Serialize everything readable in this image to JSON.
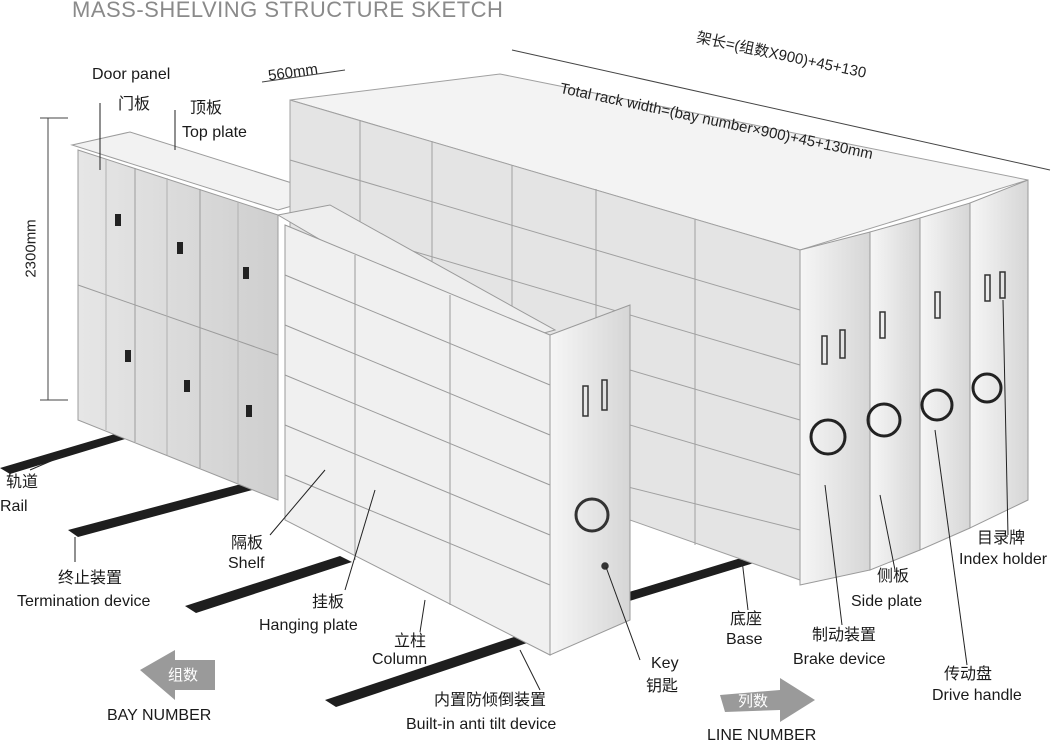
{
  "title": "MASS-SHELVING STRUCTURE SKETCH",
  "dimensions": {
    "depth": "560mm",
    "height": "2300mm",
    "width_formula_cn": "架长=(组数X900)+45+130",
    "width_formula_en_1": "Total rack width=(bay number×900)+45+130mm"
  },
  "labels": {
    "door_panel_en": "Door panel",
    "door_panel_cn": "门板",
    "top_plate_cn": "顶板",
    "top_plate_en": "Top plate",
    "rail_cn": "轨道",
    "rail_en": "Rail",
    "termination_cn": "终止装置",
    "termination_en": "Termination device",
    "shelf_cn": "隔板",
    "shelf_en": "Shelf",
    "hanging_cn": "挂板",
    "hanging_en": "Hanging plate",
    "column_cn": "立柱",
    "column_en": "Column",
    "key_en": "Key",
    "key_cn": "钥匙",
    "anti_tilt_cn": "内置防倾倒装置",
    "anti_tilt_en": "Built-in anti tilt device",
    "base_cn": "底座",
    "base_en": "Base",
    "brake_cn": "制动装置",
    "brake_en": "Brake device",
    "side_cn": "侧板",
    "side_en": "Side plate",
    "index_cn": "目录牌",
    "index_en": "Index holder",
    "drive_cn": "传动盘",
    "drive_en": "Drive handle",
    "bay_arrow_cn": "组数",
    "bay_en": "BAY NUMBER",
    "line_arrow_cn": "列数",
    "line_en": "LINE NUMBER"
  },
  "colors": {
    "panel_light": "#efefef",
    "panel_mid": "#d9d9d9",
    "panel_dark": "#b8b8b8",
    "rail_dark": "#222222",
    "arrow": "#9a9a9a"
  }
}
